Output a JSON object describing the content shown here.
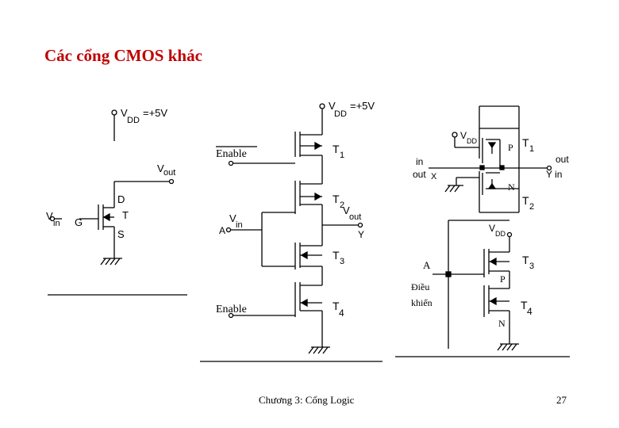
{
  "title": "Các cổng CMOS khác",
  "footer": {
    "chapter": "Chương 3: Cổng Logic",
    "page": "27"
  },
  "diagram1": {
    "vdd_v": "V",
    "vdd_sub": "DD",
    "vdd_val": "=+5V",
    "vout_v": "V",
    "vout_sub": "out",
    "drain": "D",
    "gate": "G",
    "source": "S",
    "transistor": "T",
    "vin_v": "V",
    "vin_sub": "in"
  },
  "diagram2": {
    "vdd_v": "V",
    "vdd_sub": "DD",
    "vdd_val": "=+5V",
    "enable_top": "Enable",
    "enable_bottom": "Enable",
    "t1": "T",
    "t1_sub": "1",
    "t2": "T",
    "t2_sub": "2",
    "t3": "T",
    "t3_sub": "3",
    "t4": "T",
    "t4_sub": "4",
    "vin_v": "V",
    "vin_sub": "in",
    "vout_v": "V",
    "vout_sub": "out",
    "a": "A",
    "y": "Y"
  },
  "diagram3": {
    "vdd_v": "V",
    "vdd_sub": "DD",
    "t1": "T",
    "t1_sub": "1",
    "t2": "T",
    "t2_sub": "2",
    "t3": "T",
    "t3_sub": "3",
    "t4": "T",
    "t4_sub": "4",
    "p1": "P",
    "n1": "N",
    "p2": "P",
    "n2": "N",
    "in_left": "in",
    "out_left": "out",
    "x": "X",
    "out_right": "out",
    "y_in": "Y in",
    "a": "A",
    "dieu": "Điều",
    "khien": "khiển"
  }
}
